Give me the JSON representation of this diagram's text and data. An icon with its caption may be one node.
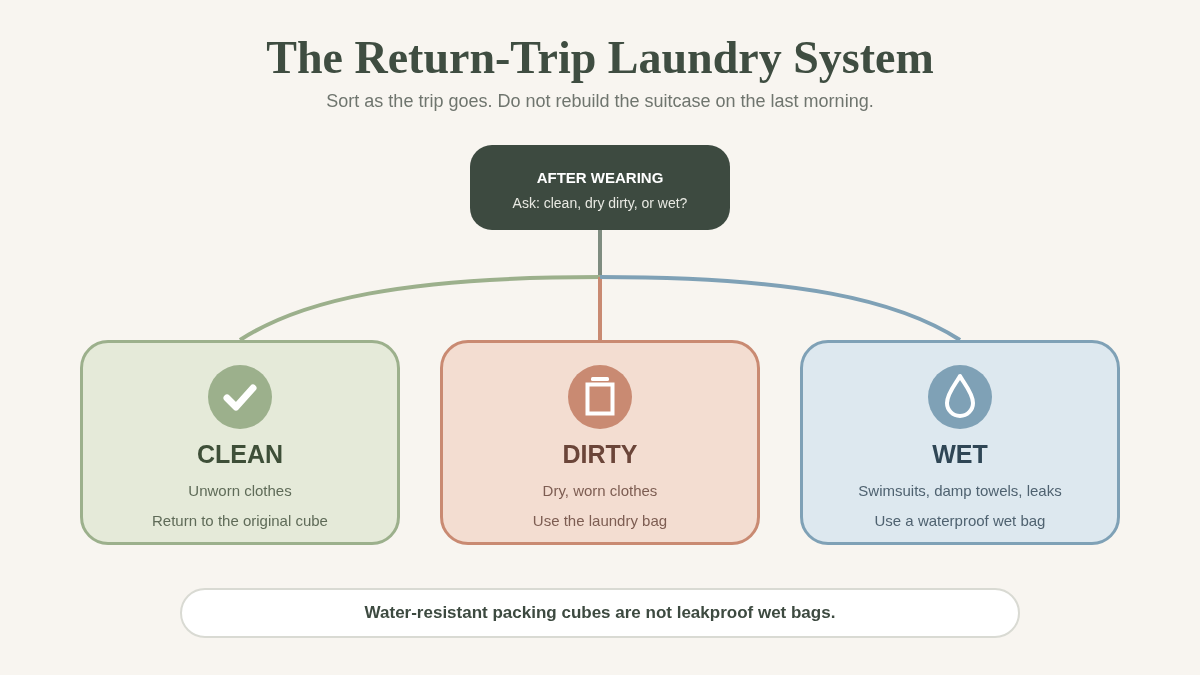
{
  "diagram": {
    "title": "The Return-Trip Laundry System",
    "nodes": [
      {
        "text": [
          "AFTER WEARING",
          "Ask: clean, dry dirty, or wet?"
        ]
      },
      {
        "text": [
          "CLEAN",
          "Unworn clothes",
          "Return to the original cube"
        ]
      },
      {
        "text": [
          "DIRTY",
          "Dry, worn clothes",
          "Use the laundry bag"
        ]
      },
      {
        "text": [
          "WET",
          "Swimsuits, damp towels, leaks",
          "Use a waterproof wet bag"
        ]
      },
      {
        "text": [
          "Water-resistant packing cubes are not leakproof wet bags."
        ]
      }
    ],
    "edges": [
      {
        "from": 0,
        "to": 1,
        "arrow": "none",
        "color": "#9cb08c"
      },
      {
        "from": 0,
        "to": 2,
        "arrow": "none",
        "color": "#c98a72"
      },
      {
        "from": 0,
        "to": 3,
        "arrow": "none",
        "color": "#7fa1b6"
      }
    ],
    "labels": [
      "Sort as the trip goes. Do not rebuild the suitcase on the last morning."
    ]
  }
}
